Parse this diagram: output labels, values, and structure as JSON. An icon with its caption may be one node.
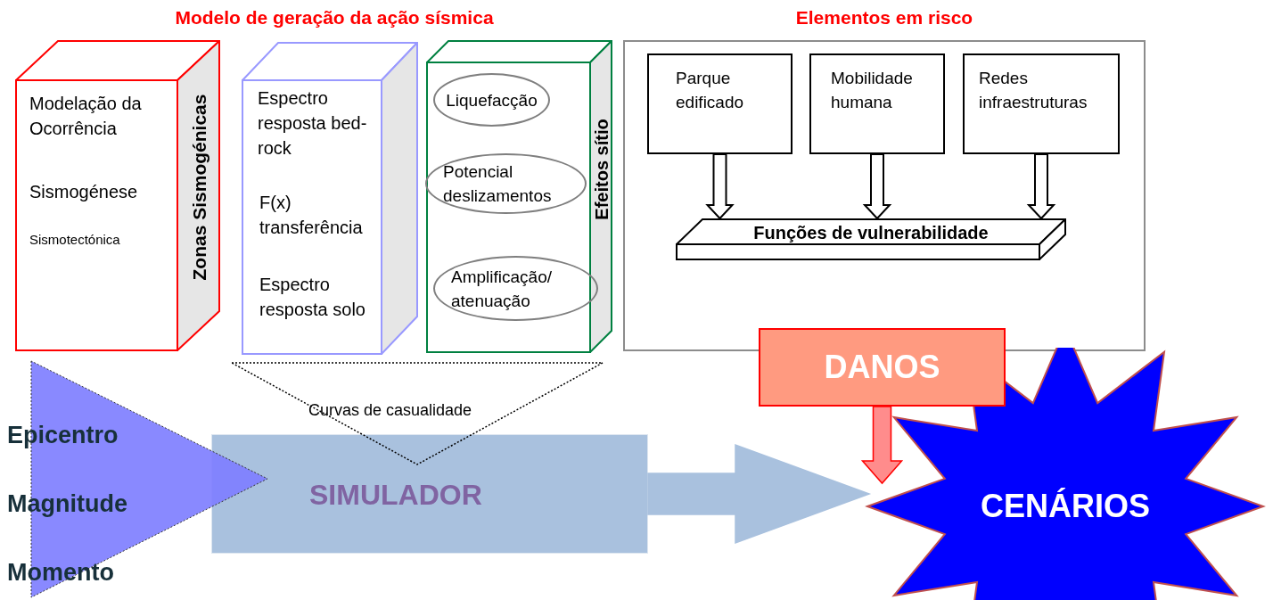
{
  "diagram": {
    "nodes": [
      {
        "text": [
          "Modelação da Ocorrência",
          "Sismogénese",
          "Sismotectónica",
          "Zonas Sismogénicas"
        ]
      },
      {
        "text": [
          "Espectro resposta bed- rock",
          "F(x) transferência",
          "Espectro resposta solo"
        ]
      },
      {
        "text": [
          "Efeitos sítio"
        ]
      },
      {
        "text": [
          "Liquefacção"
        ],
        "in": 2
      },
      {
        "text": [
          "Potencial deslizamentos"
        ],
        "in": 2
      },
      {
        "text": [
          "Amplificação/ atenuação"
        ],
        "in": 2
      },
      {
        "text": [],
        "shape": "box"
      },
      {
        "text": [
          "Parque edificado"
        ],
        "in": 6
      },
      {
        "text": [
          "Mobilidade humana"
        ],
        "in": 6
      },
      {
        "text": [
          "Redes infraestruturas"
        ],
        "in": 6
      },
      {
        "text": [
          "Funções de vulnerabilidade"
        ],
        "in": 6
      },
      {
        "text": [
          "Epicentro",
          "Magnitude",
          "Momento"
        ]
      },
      {
        "text": [
          "SIMULADOR"
        ]
      },
      {
        "text": [
          "DANOS"
        ]
      },
      {
        "text": [
          "CENÁRIOS"
        ]
      },
      {
        "text": [
          "Curvas de casualidade"
        ]
      }
    ],
    "edges": [
      {
        "from": 7,
        "to": 10,
        "arrow": "to"
      },
      {
        "from": 8,
        "to": 10,
        "arrow": "to"
      },
      {
        "from": 9,
        "to": 10,
        "arrow": "to"
      },
      {
        "from": 12,
        "to": 14,
        "arrow": "to",
        "color": "#a9c1de"
      },
      {
        "from": 13,
        "to": 14,
        "arrow": "to",
        "color": "#ff0000"
      }
    ],
    "labels": [
      "Modelo de geração da ação sísmica",
      "Elementos em risco"
    ]
  }
}
